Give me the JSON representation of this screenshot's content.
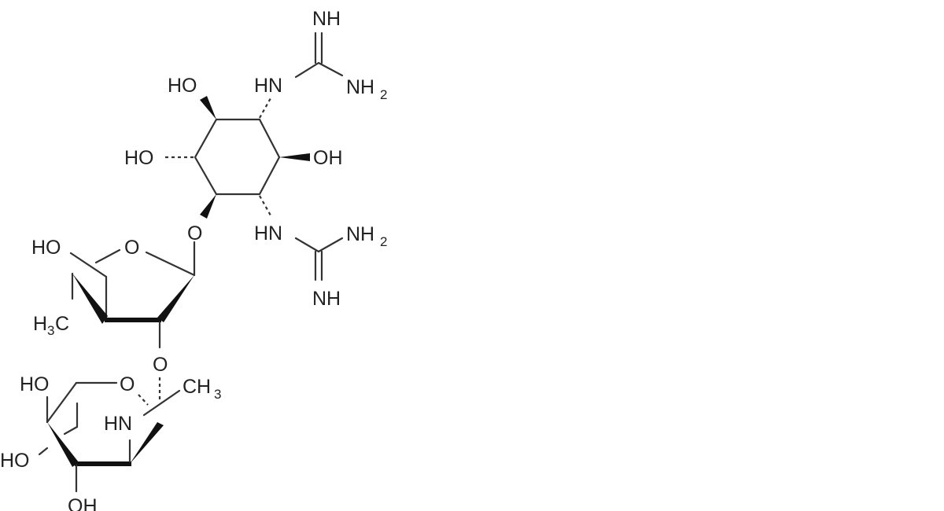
{
  "atoms": {
    "nh_top": "NH",
    "ho_top": "HO",
    "hn_top": "HN",
    "nh2_top": {
      "main": "NH",
      "sub": "2"
    },
    "ho_left": "HO",
    "oh_right": "OH",
    "o_glyco1": "O",
    "hn_mid": "HN",
    "nh2_mid": {
      "main": "NH",
      "sub": "2"
    },
    "nh_mid": "NH",
    "ho_furan": "HO",
    "o_furan": "O",
    "h3c": {
      "pre": "H",
      "sub": "3",
      "post": "C"
    },
    "o_glyco2": "O",
    "ho_pyran": "HO",
    "o_pyran": "O",
    "ch3": {
      "main": "CH",
      "sub": "3"
    },
    "hn_pyran": "HN",
    "ho_pyran2": "HO",
    "oh_bottom": "OH"
  },
  "colors": {
    "bond": "#333333",
    "background": "#ffffff"
  }
}
